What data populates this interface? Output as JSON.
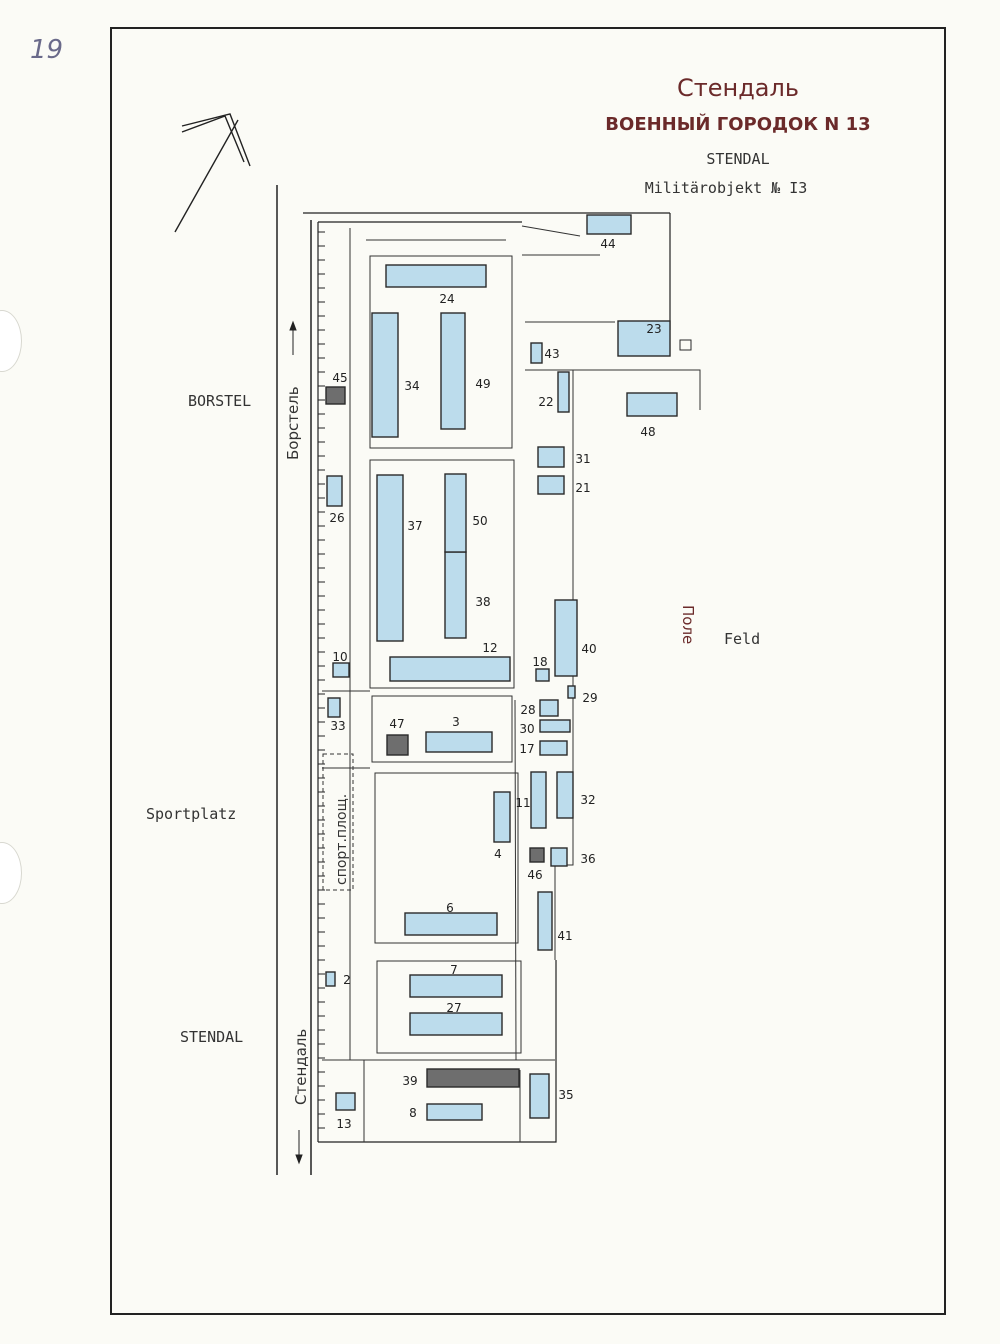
{
  "page_number": "19",
  "title_ru": "Стендаль",
  "subtitle_ru": "ВОЕННЫЙ ГОРОДОК N 13",
  "title_de": "STENDAL",
  "subtitle_de": "Militärobjekt № I3",
  "labels": {
    "borstel": "BORSTEL",
    "sportplatz": "Sportplatz",
    "stendal": "STENDAL",
    "feld": "Feld",
    "pole": "Поле",
    "road_borstel": "Борстель",
    "road_stendal": "Стендаль",
    "sport_area": "спорт.площ."
  },
  "colors": {
    "building": "#bcdcec",
    "special": "#6e6e6e",
    "ink": "#2a2a2a",
    "title": "#6b2a2a",
    "paper": "#fbfbf6"
  },
  "buildings": [
    "2",
    "3",
    "4",
    "6",
    "7",
    "8",
    "10",
    "11",
    "12",
    "13",
    "17",
    "18",
    "21",
    "22",
    "23",
    "24",
    "26",
    "27",
    "28",
    "29",
    "30",
    "31",
    "32",
    "33",
    "34",
    "35",
    "36",
    "37",
    "38",
    "39",
    "40",
    "41",
    "43",
    "44",
    "45",
    "46",
    "47",
    "48",
    "49",
    "50"
  ]
}
